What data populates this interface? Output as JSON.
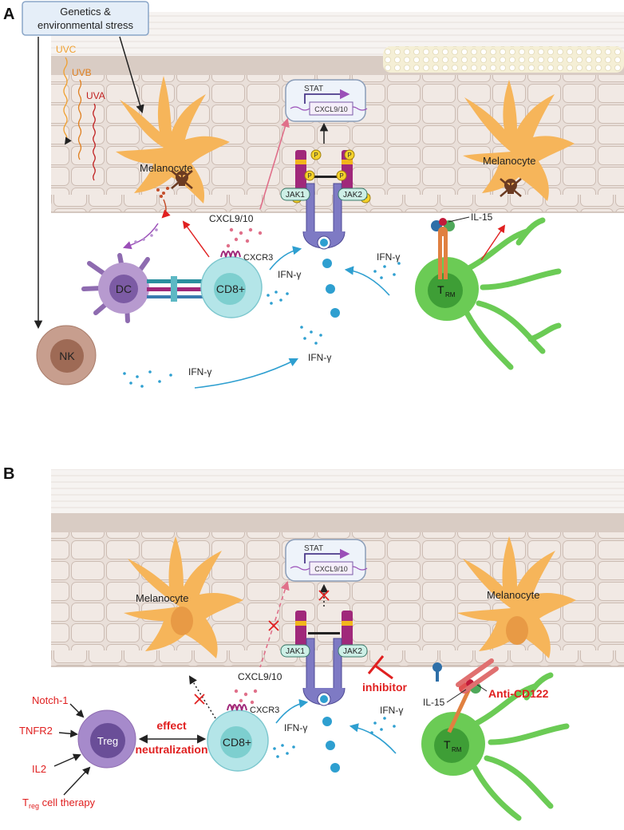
{
  "panel_a": {
    "label": "A",
    "trigger_box": {
      "line1": "Genetics &",
      "line2": "environmental stress"
    },
    "uv": {
      "uvc": "UVC",
      "uvb": "UVB",
      "uva": "UVA"
    },
    "melanocyte_left": "Melanocyte",
    "melanocyte_right": "Melanocyte",
    "stat": "STAT",
    "gene": "CXCL9/10",
    "jak1": "JAK1",
    "jak2": "JAK2",
    "phospho": "P",
    "chemokine": "CXCL9/10",
    "receptor": "CXCR3",
    "dc": "DC",
    "cd8": "CD8+",
    "nk": "NK",
    "il15": "IL-15",
    "trm_main": "T",
    "trm_sub": "RM",
    "ifn_1": "IFN-γ",
    "ifn_2": "IFN-γ",
    "ifn_3": "IFN-γ",
    "ifn_4": "IFN-γ"
  },
  "panel_b": {
    "label": "B",
    "melanocyte_left": "Melanocyte",
    "melanocyte_right": "Melanocyte",
    "stat": "STAT",
    "gene": "CXCL9/10",
    "jak1": "JAK1",
    "jak2": "JAK2",
    "chemokine": "CXCL9/10",
    "receptor": "CXCR3",
    "inhibitor": "inhibitor",
    "anti_cd122": "Anti-CD122",
    "il15": "IL-15",
    "trm_main": "T",
    "trm_sub": "RM",
    "ifn_1": "IFN-γ",
    "ifn_2": "IFN-γ",
    "cd8": "CD8+",
    "treg": "Treg",
    "effect_1": "effect",
    "effect_2": "neutralization",
    "notch": "Notch-1",
    "tnfr2": "TNFR2",
    "il2": "IL2",
    "therapy_t": "T",
    "therapy_sub": "reg",
    "therapy_rest": " cell therapy"
  },
  "colors": {
    "melanocyte": "#F6B55A",
    "dc": "#8E6BB0",
    "cd8": "#A8E0E4",
    "nk": "#B98571",
    "trm": "#6BCB55",
    "treg": "#9B7BC0",
    "ifn": "#2E9FD0",
    "chemokine": "#E0708A",
    "highlight_red": "#E02020",
    "skin": "#E8DCD4"
  }
}
